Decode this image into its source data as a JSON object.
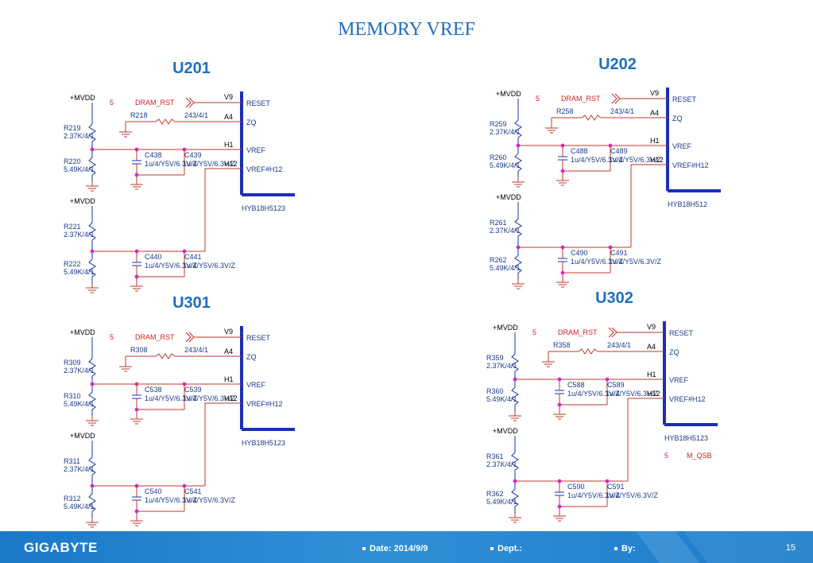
{
  "slide": {
    "title": "MEMORY VREF"
  },
  "schematics": [
    {
      "chip_title": "U201",
      "pins": [
        "RESET",
        "ZQ",
        "VREF",
        "VREF#H12"
      ],
      "pin_nums": [
        "V9",
        "A4",
        "H1",
        "H12"
      ],
      "part": "HYB18H5123",
      "power": [
        "+MVDD",
        "+MVDD"
      ],
      "rst_num": "5",
      "rst_net": "DRAM_RST",
      "zq_res": "R218",
      "zq_val": "243/4/1",
      "res": [
        "R219",
        "R220",
        "R221",
        "R222"
      ],
      "res_vals": [
        "2.37K/4/1",
        "5.49K/4/1",
        "2.37K/4/1",
        "5.49K/4/1"
      ],
      "caps": [
        "C438",
        "C439",
        "C440",
        "C441"
      ],
      "cap_vals": [
        "1u/4/Y5V/6.3V/Z",
        "1u/4/Y5V/6.3V/Z",
        "1u/4/Y5V/6.3V/Z",
        "1u/4/Y5V/6.3V/Z"
      ]
    },
    {
      "chip_title": "U202",
      "pins": [
        "RESET",
        "ZQ",
        "VREF",
        "VREF#H12"
      ],
      "pin_nums": [
        "V9",
        "A4",
        "H1",
        "H12"
      ],
      "part": "HYB18H512",
      "power": [
        "+MVDD",
        "+MVDD"
      ],
      "rst_num": "5",
      "rst_net": "DRAM_RST",
      "zq_res": "R258",
      "zq_val": "243/4/1",
      "res": [
        "R259",
        "R260",
        "R261",
        "R262"
      ],
      "res_vals": [
        "2.37K/4/1",
        "5.49K/4/1",
        "2.37K/4/1",
        "5.49K/4/1"
      ],
      "caps": [
        "C488",
        "C489",
        "C490",
        "C491"
      ],
      "cap_vals": [
        "1u/4/Y5V/6.3V/Z",
        "1u/4/Y5V/6.3V/Z",
        "1u/4/Y5V/6.3V/Z",
        "1u/4/Y5V/6.3V/Z"
      ]
    },
    {
      "chip_title": "U301",
      "pins": [
        "RESET",
        "ZQ",
        "VREF",
        "VREF#H12"
      ],
      "pin_nums": [
        "V9",
        "A4",
        "H1",
        "H12"
      ],
      "part": "HYB18H5123",
      "power": [
        "+MVDD",
        "+MVDD"
      ],
      "rst_num": "5",
      "rst_net": "DRAM_RST",
      "zq_res": "R308",
      "zq_val": "243/4/1",
      "res": [
        "R309",
        "R310",
        "R311",
        "R312"
      ],
      "res_vals": [
        "2.37K/4/1",
        "5.49K/4/1",
        "2.37K/4/1",
        "5.49K/4/1"
      ],
      "caps": [
        "C538",
        "C539",
        "C540",
        "C541"
      ],
      "cap_vals": [
        "1u/4/Y5V/6.3V/Z",
        "1u/4/Y5V/6.3V/Z",
        "1u/4/Y5V/6.3V/Z",
        "1u/4/Y5V/6.3V/Z"
      ]
    },
    {
      "chip_title": "U302",
      "pins": [
        "RESET",
        "ZQ",
        "VREF",
        "VREF#H12"
      ],
      "pin_nums": [
        "V9",
        "A4",
        "H1",
        "H12"
      ],
      "part": "HYB18H5123",
      "power": [
        "+MVDD",
        "+MVDD"
      ],
      "rst_num": "5",
      "rst_net": "DRAM_RST",
      "zq_res": "R358",
      "zq_val": "243/4/1",
      "res": [
        "R359",
        "R360",
        "R361",
        "R362"
      ],
      "res_vals": [
        "2.37K/4/1",
        "5.49K/4/1",
        "2.37K/4/1",
        "5.49K/4/1"
      ],
      "caps": [
        "C588",
        "C589",
        "C590",
        "C591"
      ],
      "cap_vals": [
        "1u/4/Y5V/6.3V/Z",
        "1u/4/Y5V/6.3V/Z",
        "1u/4/Y5V/6.3V/Z",
        "1u/4/Y5V/6.3V/Z"
      ],
      "extra_num": "5",
      "extra_net": "M_QSB"
    }
  ],
  "footer": {
    "logo": "GIGABYTE",
    "date": "Date: 2014/9/9",
    "dept": "Dept.:",
    "by": "By:",
    "page_number": "15"
  },
  "colors": {
    "title": "#1f6fc0",
    "wire": "#c0392b",
    "net_label": "#d41f1f",
    "pin_line": "#1a2fb5",
    "junction": "#e21fe0",
    "footer": "#1a79c7"
  }
}
